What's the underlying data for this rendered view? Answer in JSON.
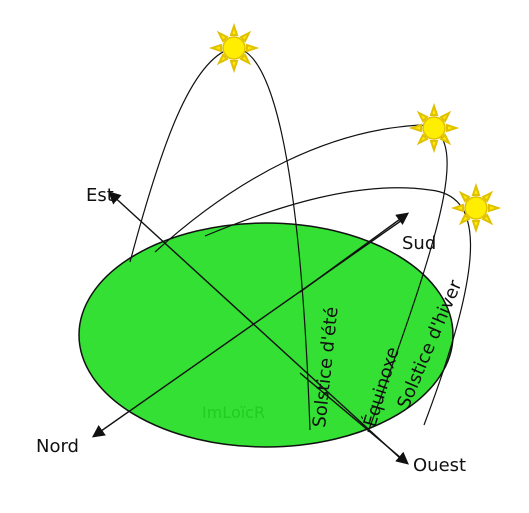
{
  "colors": {
    "ground": "#33e033",
    "ground_outline": "#111111",
    "sun_fill": "#ffee00",
    "sun_rays": "#e0c000",
    "ink": "#111111",
    "watermark": "#22cc22"
  },
  "labels": {
    "east": "Est",
    "south": "Sud",
    "north": "Nord",
    "west": "Ouest"
  },
  "paths": {
    "summer": "Solstice d'été",
    "equinox": "Équinoxe",
    "winter": "Solstice d'hiver"
  },
  "watermark": "ImLoïcR",
  "icons": {
    "sun": "sun-icon",
    "arrow": "arrowhead-icon"
  }
}
